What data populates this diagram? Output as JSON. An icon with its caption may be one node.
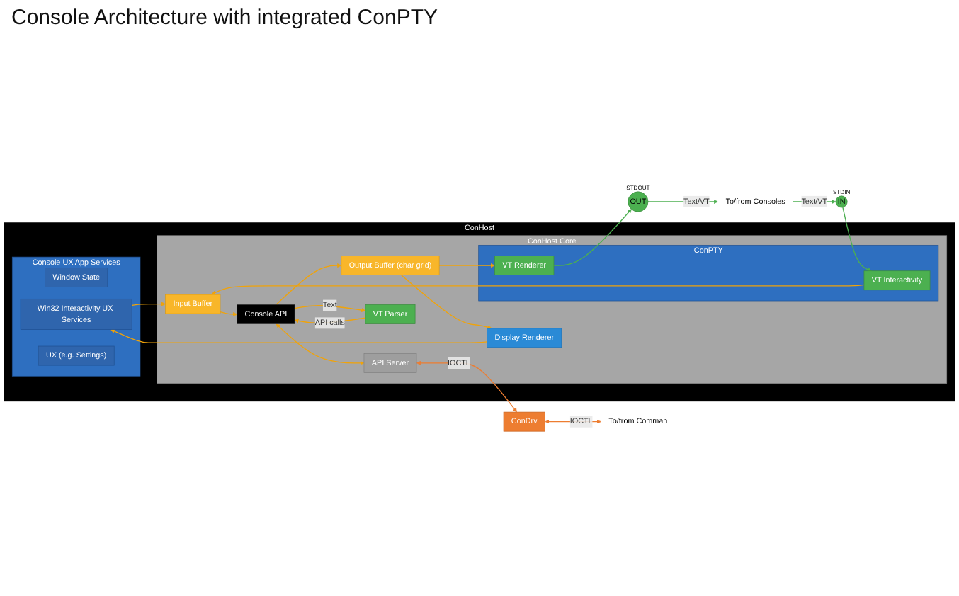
{
  "diagram": {
    "title": "Console Architecture with integrated ConPTY",
    "nodes": [
      {
        "text": [
          "ConHost"
        ]
      },
      {
        "text": [
          "Console UX App Services"
        ],
        "in": 0
      },
      {
        "text": [
          "Window State"
        ],
        "in": 1
      },
      {
        "text": [
          "Win32 Interactivity UX Services"
        ],
        "in": 1
      },
      {
        "text": [
          "UX (e.g. Settings)"
        ],
        "in": 1
      },
      {
        "text": [
          "ConHost Core"
        ],
        "in": 0
      },
      {
        "text": [
          "Display Renderer"
        ],
        "in": 5
      },
      {
        "text": [
          "Output Buffer (char grid)"
        ],
        "in": 5
      },
      {
        "text": [
          "Input Buffer"
        ],
        "in": 5
      },
      {
        "text": [
          "Console API"
        ],
        "in": 5
      },
      {
        "text": [
          "API Server"
        ],
        "in": 5
      },
      {
        "text": [
          "VT Parser"
        ],
        "in": 5
      },
      {
        "text": [
          "ConPTY"
        ],
        "in": 5
      },
      {
        "text": [
          "VT Renderer"
        ],
        "in": 12
      },
      {
        "text": [
          "VT Interactivity"
        ],
        "in": 12
      },
      {
        "text": [
          "OUT"
        ],
        "beside": [
          "STDOUT"
        ]
      },
      {
        "text": [
          "IN"
        ],
        "beside": [
          "STDIN"
        ]
      },
      {
        "text": [
          "To/from Consoles"
        ]
      },
      {
        "text": [
          "ConDrv"
        ]
      },
      {
        "text": [
          "To/from Comman"
        ]
      }
    ],
    "edges": [
      {
        "from": 6,
        "to": 3,
        "arrow": "to"
      },
      {
        "from": 3,
        "to": 8,
        "arrow": "to"
      },
      {
        "from": 7,
        "to": 6,
        "arrow": "to"
      },
      {
        "from": 7,
        "to": 13,
        "arrow": "to"
      },
      {
        "from": 9,
        "to": 7,
        "arrow": "to"
      },
      {
        "from": 8,
        "to": 9,
        "arrow": "to"
      },
      {
        "from": 14,
        "to": 8,
        "arrow": "to"
      },
      {
        "from": 11,
        "to": 9,
        "arrow": "to",
        "label": "API calls"
      },
      {
        "from": 9,
        "to": 11,
        "arrow": "to",
        "label": "Text"
      },
      {
        "from": 9,
        "to": 10,
        "arrow": "both"
      },
      {
        "from": 13,
        "to": 15,
        "arrow": "to",
        "color": "#4caf50"
      },
      {
        "from": 15,
        "to": 17,
        "arrow": "to",
        "label": "Text/VT",
        "color": "#4caf50"
      },
      {
        "from": 17,
        "to": 16,
        "arrow": "to",
        "label": "Text/VT",
        "color": "#4caf50"
      },
      {
        "from": 16,
        "to": 14,
        "arrow": "to",
        "color": "#4caf50"
      },
      {
        "from": 10,
        "to": 18,
        "arrow": "both",
        "label": "IOCTL",
        "color": "#ed7d31"
      },
      {
        "from": 18,
        "to": 19,
        "arrow": "both",
        "label": "IOCTL",
        "color": "#ed7d31"
      }
    ]
  }
}
